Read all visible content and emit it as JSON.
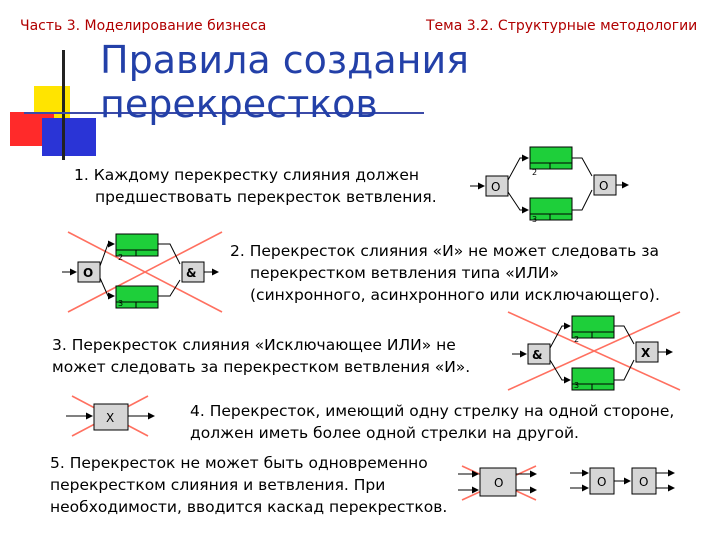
{
  "header": {
    "left": "Часть 3. Моделирование бизнеса",
    "right": "Тема 3.2. Структурные методологии"
  },
  "title": {
    "line1": "Правила создания",
    "line2": "перекрестков"
  },
  "rules": {
    "r1": [
      "1. Каждому перекрестку слияния должен",
      "предшествовать перекресток ветвления."
    ],
    "r2": [
      "2. Перекресток слияния «И» не может следовать за",
      "перекрестком ветвления типа «ИЛИ»",
      "(синхронного, асинхронного или исключающего)."
    ],
    "r3": [
      "3. Перекресток слияния «Исключающее ИЛИ» не",
      "может следовать за перекрестком ветвления «И»."
    ],
    "r4": [
      "4. Перекресток, имеющий одну стрелку на одной стороне,",
      "должен иметь более одной стрелки на другой."
    ],
    "r5": [
      "5. Перекресток не может быть одновременно",
      "перекрестком слияния и ветвления. При",
      "необходимости, вводится каскад перекрестков."
    ]
  },
  "diagrams": {
    "d1": {
      "left": "O",
      "right": "O",
      "top": "2",
      "bottom": "3"
    },
    "d2": {
      "left": "O",
      "right": "&",
      "top": "2",
      "bottom": "3"
    },
    "d3": {
      "left": "&",
      "right": "X",
      "top": "2",
      "bottom": "3"
    },
    "d4": {
      "center": "X"
    },
    "d5": {
      "crossed": "O",
      "left": "O",
      "right": "O"
    }
  },
  "colors": {
    "title": "#2340a8",
    "header": "#b00000",
    "activity": "#1ecf3a",
    "junction": "#d6d6d6",
    "cross": "#ff7060"
  }
}
